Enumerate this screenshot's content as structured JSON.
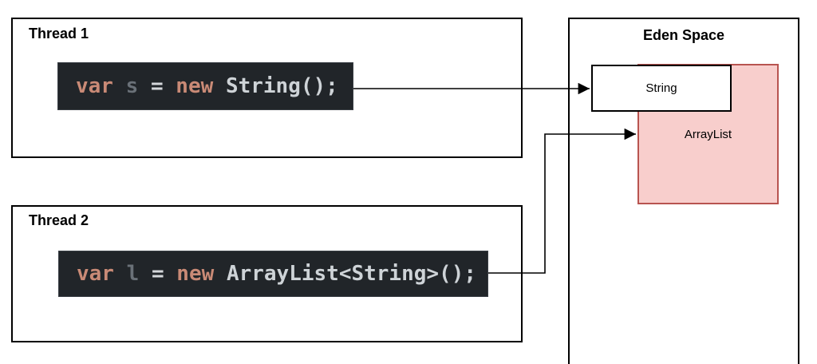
{
  "diagram": {
    "thread1": {
      "label": "Thread 1",
      "code": {
        "kw_var": "var",
        "var_name": "s",
        "op_eq": "=",
        "kw_new": "new",
        "expr": "String();"
      }
    },
    "thread2": {
      "label": "Thread 2",
      "code": {
        "kw_var": "var",
        "var_name": "l",
        "op_eq": "=",
        "kw_new": "new",
        "expr": "ArrayList<String>();"
      }
    },
    "eden": {
      "title": "Eden Space",
      "string_object_label": "String",
      "arraylist_object_label": "ArrayList"
    },
    "colors": {
      "code_background": "#212529",
      "code_keyword": "#c98a76",
      "code_variable": "#6a7178",
      "code_operator": "#d4d7da",
      "code_text": "#ced3d7",
      "object_fill": "#f8cecc",
      "object_stroke": "#b85450",
      "box_stroke": "#000000",
      "arrow_color": "#000000"
    }
  }
}
